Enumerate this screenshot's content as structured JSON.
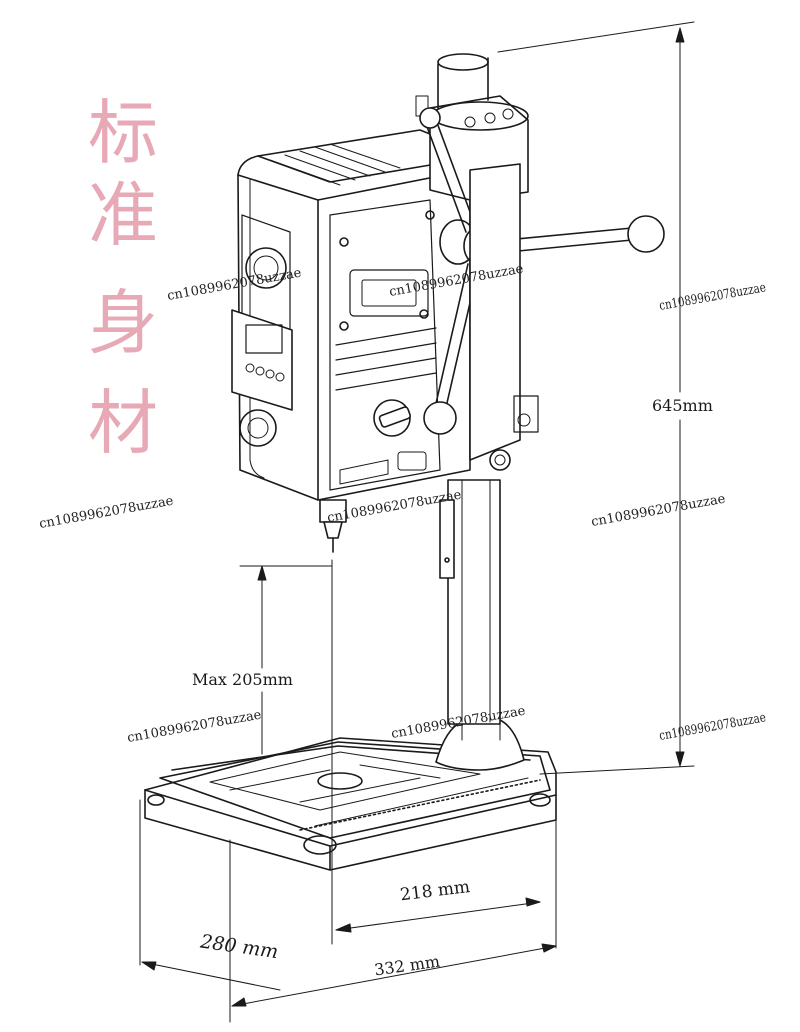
{
  "title_chars": [
    "标",
    "准",
    "身",
    "材"
  ],
  "dimensions": {
    "height_total": "645mm",
    "max_height": "Max 205mm",
    "width_218": "218 mm",
    "depth_280": "280 mm",
    "width_332": "332 mm"
  },
  "watermark": "cn1089962078uzzae",
  "watermark_cut": "cn1089962078uzzae"
}
